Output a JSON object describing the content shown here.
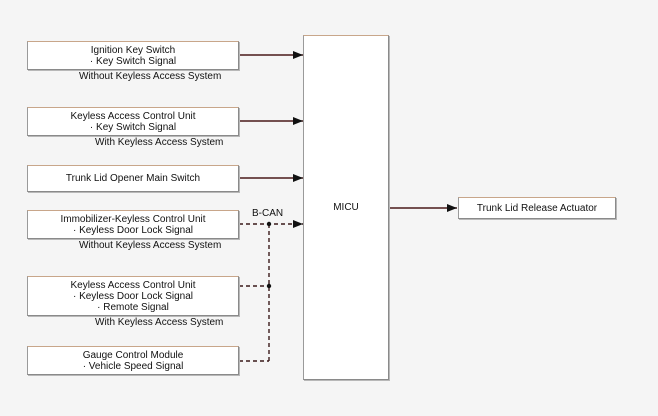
{
  "sources": [
    {
      "id": "ignition",
      "lines": [
        "Ignition Key Switch",
        "· Key Switch Signal"
      ],
      "caption": "Without Keyless Access System"
    },
    {
      "id": "keyless1",
      "lines": [
        "Keyless Access Control Unit",
        "· Key Switch Signal"
      ],
      "caption": "With Keyless Access System"
    },
    {
      "id": "trunk-opener",
      "lines": [
        "Trunk Lid Opener Main Switch"
      ],
      "caption": ""
    },
    {
      "id": "immobilizer",
      "lines": [
        "Immobilizer-Keyless Control Unit",
        "· Keyless Door Lock Signal"
      ],
      "caption": "Without Keyless Access System"
    },
    {
      "id": "keyless2",
      "lines": [
        "Keyless Access Control Unit",
        "· Keyless Door Lock Signal",
        "· Remote Signal"
      ],
      "caption": "With Keyless Access System"
    },
    {
      "id": "gauge",
      "lines": [
        "Gauge Control Module",
        "· Vehicle Speed Signal"
      ],
      "caption": ""
    }
  ],
  "bus_label": "B-CAN",
  "controller": "MICU",
  "output": "Trunk Lid Release Actuator"
}
